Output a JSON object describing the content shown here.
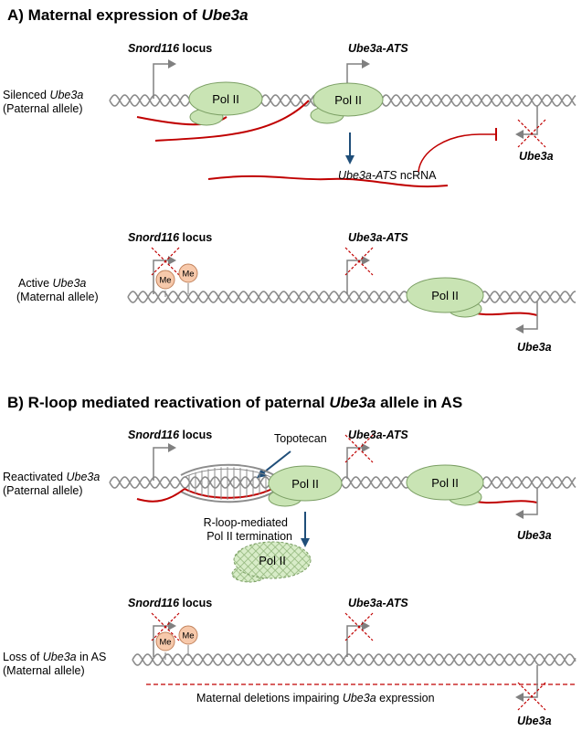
{
  "panelA": {
    "title_pre": "A) Maternal expression of ",
    "title_gene": "Ube3a",
    "row1": {
      "label1_pre": "Silenced ",
      "label1_gene": "Ube3a",
      "label2": "(Paternal allele)",
      "snord_gene": "Snord116",
      "snord_suffix": " locus",
      "ats": "Ube3a-ATS",
      "ube3a": "Ube3a",
      "pol1": "Pol II",
      "pol2": "Pol II",
      "ncrna_gene": "Ube3a-ATS",
      "ncrna_suffix": " ncRNA"
    },
    "row2": {
      "label1_pre": "Active ",
      "label1_gene": "Ube3a",
      "label2": "(Maternal allele)",
      "snord_gene": "Snord116",
      "snord_suffix": " locus",
      "ats": "Ube3a-ATS",
      "ube3a": "Ube3a",
      "pol": "Pol II",
      "me1": "Me",
      "me2": "Me"
    }
  },
  "panelB": {
    "title_pre": "B) R-loop mediated reactivation of paternal ",
    "title_gene": "Ube3a",
    "title_post": " allele in AS",
    "row1": {
      "label1_pre": "Reactivated ",
      "label1_gene": "Ube3a",
      "label2": "(Paternal allele)",
      "snord_gene": "Snord116",
      "snord_suffix": " locus",
      "ats": "Ube3a-ATS",
      "ube3a": "Ube3a",
      "topotecan": "Topotecan",
      "pol1": "Pol II",
      "pol2": "Pol II",
      "pol_free": "Pol II",
      "termination1": "R-loop-mediated",
      "termination2": "Pol II termination"
    },
    "row2": {
      "label1_pre": "Loss of ",
      "label1_gene": "Ube3a",
      "label1_post": " in AS",
      "label2": "(Maternal allele)",
      "snord_gene": "Snord116",
      "snord_suffix": " locus",
      "ats": "Ube3a-ATS",
      "ube3a": "Ube3a",
      "me1": "Me",
      "me2": "Me",
      "deletion_pre": "Maternal deletions impairing ",
      "deletion_gene": "Ube3a",
      "deletion_post": " expression"
    }
  },
  "colors": {
    "pol": "#c9e4b4",
    "pol_stroke": "#7a9e63",
    "me": "#f7c9ab",
    "me_stroke": "#c2835d",
    "rna": "#c00000",
    "arrow_blue": "#1f4e79",
    "dna": "#8c8c8c"
  }
}
